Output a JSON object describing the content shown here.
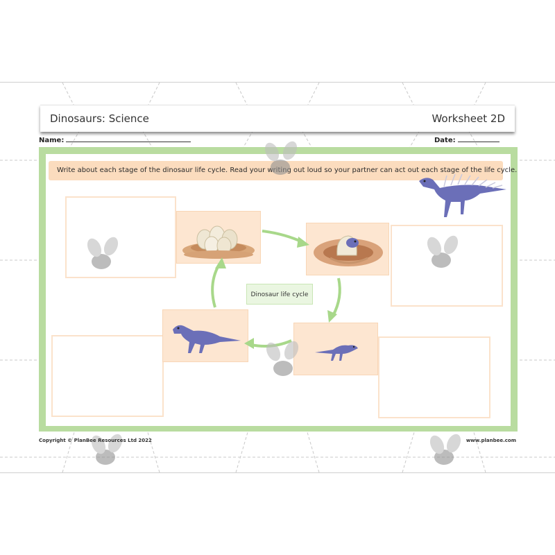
{
  "header": {
    "title": "Dinosaurs: Science",
    "worksheet": "Worksheet 2D"
  },
  "fields": {
    "name_label": "Name:",
    "date_label": "Date:"
  },
  "instructions": "Write about each stage of the dinosaur life cycle. Read your writing out loud so your partner can act out each stage of the life cycle.",
  "cycle": {
    "center_label": "Dinosaur life cycle"
  },
  "footer": {
    "copyright": "Copyright © PlanBee Resources Ltd 2022",
    "website": "www.planbee.com"
  },
  "colors": {
    "frame_green": "#b9dca0",
    "peach": "#fde6d1",
    "arrow_green": "#a8d88a",
    "dino_purple": "#6b6fb8"
  }
}
